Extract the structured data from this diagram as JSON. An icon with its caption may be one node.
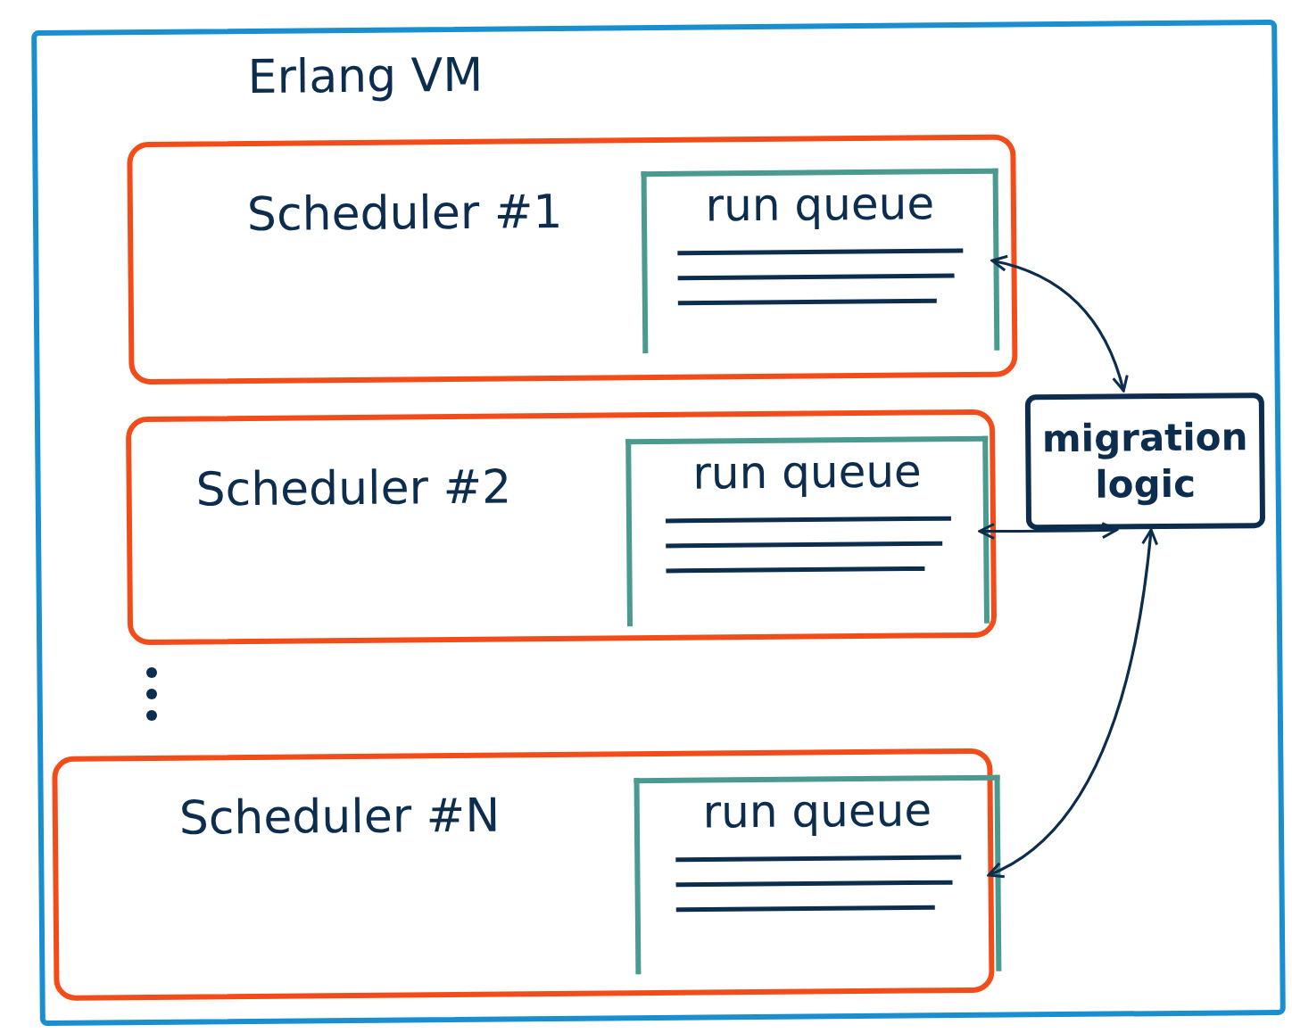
{
  "diagram": {
    "nodes": [
      {
        "text": [
          "Erlang VM"
        ]
      },
      {
        "text": [
          "Scheduler #1"
        ],
        "in": 0
      },
      {
        "text": [
          "run queue"
        ],
        "in": 1
      },
      {
        "text": [
          "Scheduler #2"
        ],
        "in": 0
      },
      {
        "text": [
          "run queue"
        ],
        "in": 3
      },
      {
        "text": [
          "Scheduler #N"
        ],
        "in": 0
      },
      {
        "text": [
          "run queue"
        ],
        "in": 5
      },
      {
        "text": [
          "migration logic"
        ],
        "in": 0
      }
    ],
    "edges": [
      {
        "from": 2,
        "to": 7,
        "arrow": "both"
      },
      {
        "from": 4,
        "to": 7,
        "arrow": "both"
      },
      {
        "from": 6,
        "to": 7,
        "arrow": "both"
      }
    ]
  }
}
